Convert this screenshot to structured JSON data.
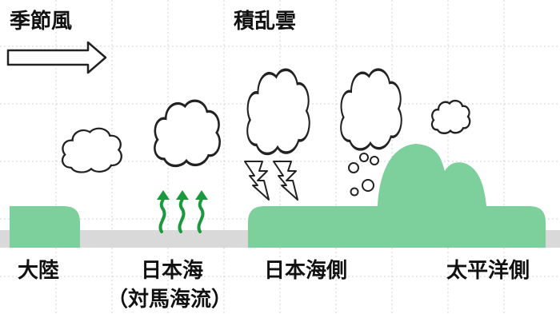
{
  "labels": {
    "seasonal_wind": "季節風",
    "cumulonimbus": "積乱雲",
    "continent": "大陸",
    "sea_of_japan": "日本海",
    "tsushima_current": "（対馬海流）",
    "sea_of_japan_side": "日本海側",
    "pacific_side": "太平洋側"
  },
  "colors": {
    "land": "#7dcf9c",
    "sea_line": "#d9d9d9",
    "grid": "#cfd3da",
    "cloud_fill": "#ffffff",
    "outline": "#222222",
    "updraft": "#1a9a3c",
    "text": "#111111"
  },
  "icons": [
    "wind-arrow-icon",
    "cloud-icon",
    "lightning-icon",
    "updraft-arrow-icon"
  ]
}
